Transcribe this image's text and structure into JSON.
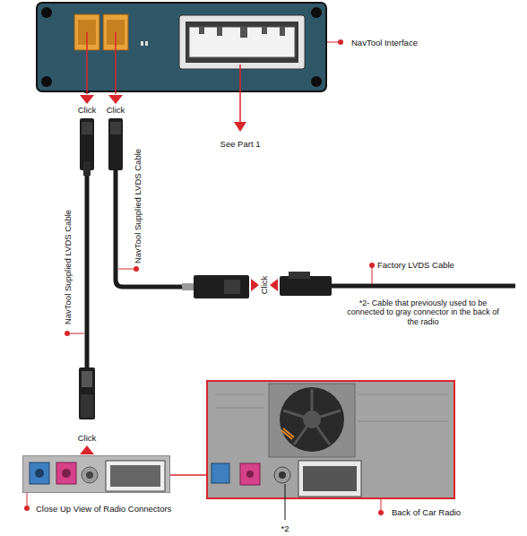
{
  "diagram": {
    "nodes": [
      {
        "text": [
          "NavTool Interface"
        ]
      },
      {
        "text": [
          "Close Up View of Radio Connectors"
        ]
      },
      {
        "text": [
          "Back of Car Radio"
        ]
      }
    ],
    "edges": [
      {
        "from": 0,
        "to": 1,
        "arrow": "none"
      },
      {
        "from": 1,
        "to": 2,
        "arrow": "none"
      }
    ],
    "labels": [
      "Click",
      "Click",
      "See Part 1",
      "NavTool Supplied LVDS Cable",
      "NavTool Supplied LVDS Cable",
      "Click",
      "Factory LVDS Cable",
      "*2- Cable that previously used to be connected to gray connector in the back of the radio",
      "Click",
      "*2"
    ]
  }
}
